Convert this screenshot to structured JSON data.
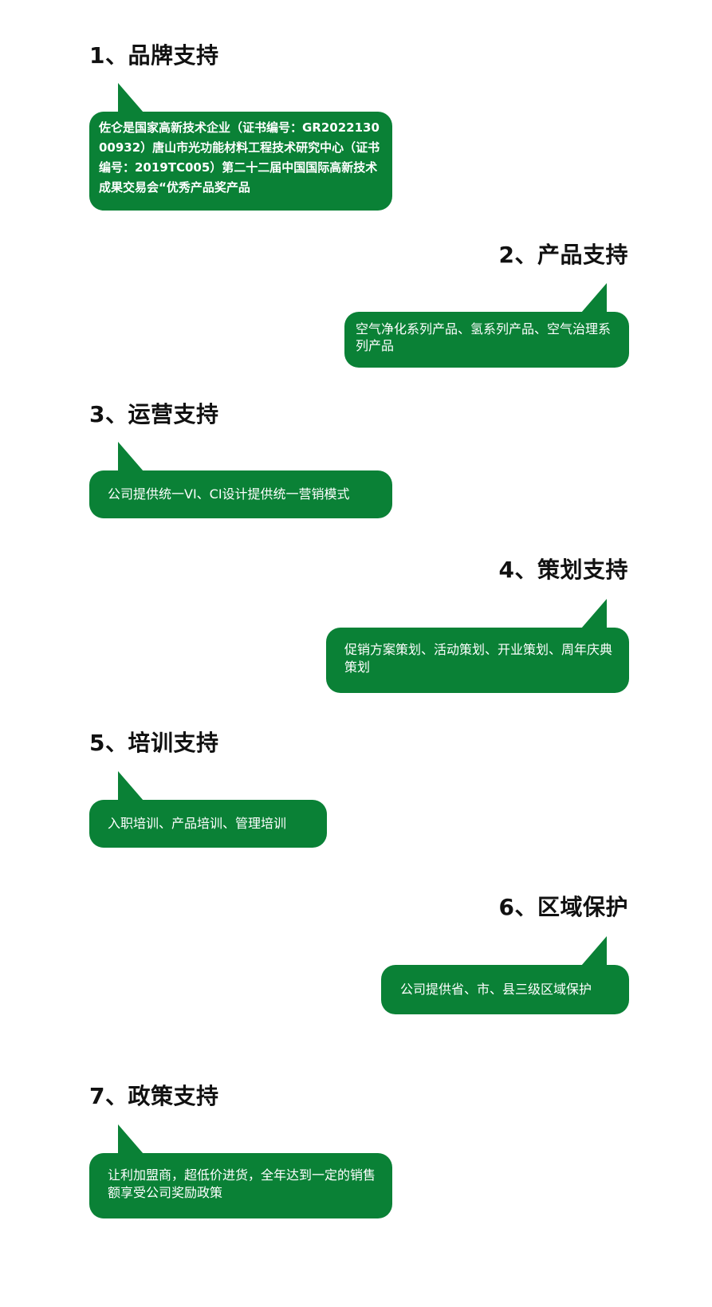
{
  "sections": [
    {
      "heading": "1、品牌支持",
      "body": "佐仑是国家高新技术企业（证书编号：GR202213000932）唐山市光功能材料工程技术研究中心（证书编号：2019TC005）第二十二届中国国际高新技术成果交易会“优秀产品奖产品"
    },
    {
      "heading": "2、产品支持",
      "body": "空气净化系列产品、氢系列产品、空气治理系列产品"
    },
    {
      "heading": "3、运营支持",
      "body": "公司提供统一VI、CI设计提供统一营销模式"
    },
    {
      "heading": "4、策划支持",
      "body": "促销方案策划、活动策划、开业策划、周年庆典策划"
    },
    {
      "heading": "5、培训支持",
      "body": "入职培训、产品培训、管理培训"
    },
    {
      "heading": "6、区域保护",
      "body": "公司提供省、市、县三级区域保护"
    },
    {
      "heading": "7、政策支持",
      "body": "让利加盟商，超低价进货，全年达到一定的销售额享受公司奖励政策"
    }
  ],
  "colors": {
    "bubble": "#0a8136",
    "heading": "#111111",
    "bubble_text": "#ffffff"
  }
}
